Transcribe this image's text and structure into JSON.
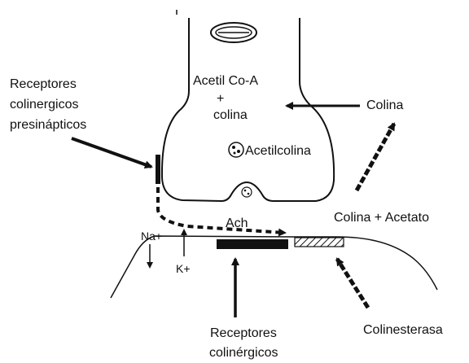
{
  "labels": {
    "presynaptic_receptors": [
      "Receptores",
      "colinergicos",
      "presinápticos"
    ],
    "acetyl_coa": "Acetil Co-A",
    "plus": "+",
    "colina_inside": "colina",
    "colina_outside": "Colina",
    "acetilcolina": "Acetilcolina",
    "ach": "Ach",
    "na": "Na+",
    "k": "K+",
    "colina_acetato": "Colina + Acetato",
    "postsynaptic_receptors": [
      "Receptores",
      "colinérgicos"
    ],
    "colinesterasa": "Colinesterasa"
  },
  "colors": {
    "ink": "#111111",
    "background": "#ffffff"
  }
}
